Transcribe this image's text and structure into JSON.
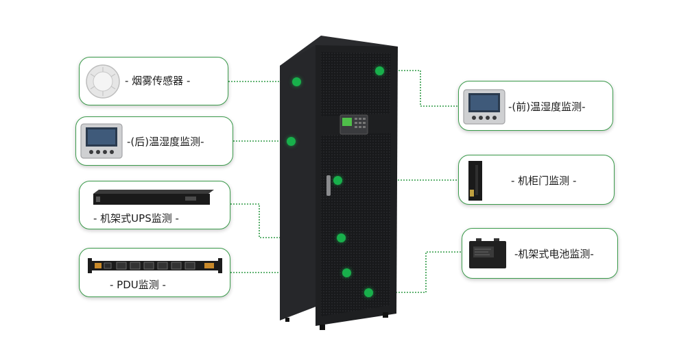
{
  "modules": {
    "smoke": {
      "label": "- 烟雾传感器 -",
      "icon": "smoke-detector-icon"
    },
    "rear_th": {
      "label": "-(后)温湿度监测-",
      "icon": "temperature-humidity-panel-icon"
    },
    "ups": {
      "label": "- 机架式UPS监测 -",
      "icon": "rack-ups-icon"
    },
    "pdu": {
      "label": "- PDU监测 -",
      "icon": "pdu-strip-icon"
    },
    "front_th": {
      "label": "-(前)温湿度监测-",
      "icon": "temperature-humidity-panel-icon"
    },
    "door": {
      "label": "- 机柜门监测 -",
      "icon": "door-sensor-icon"
    },
    "battery": {
      "label": "-机架式电池监测-",
      "icon": "battery-icon"
    }
  },
  "colors": {
    "accent": "#18b04b",
    "border": "#3a9a4a",
    "cabinet": "#1e1f21"
  }
}
